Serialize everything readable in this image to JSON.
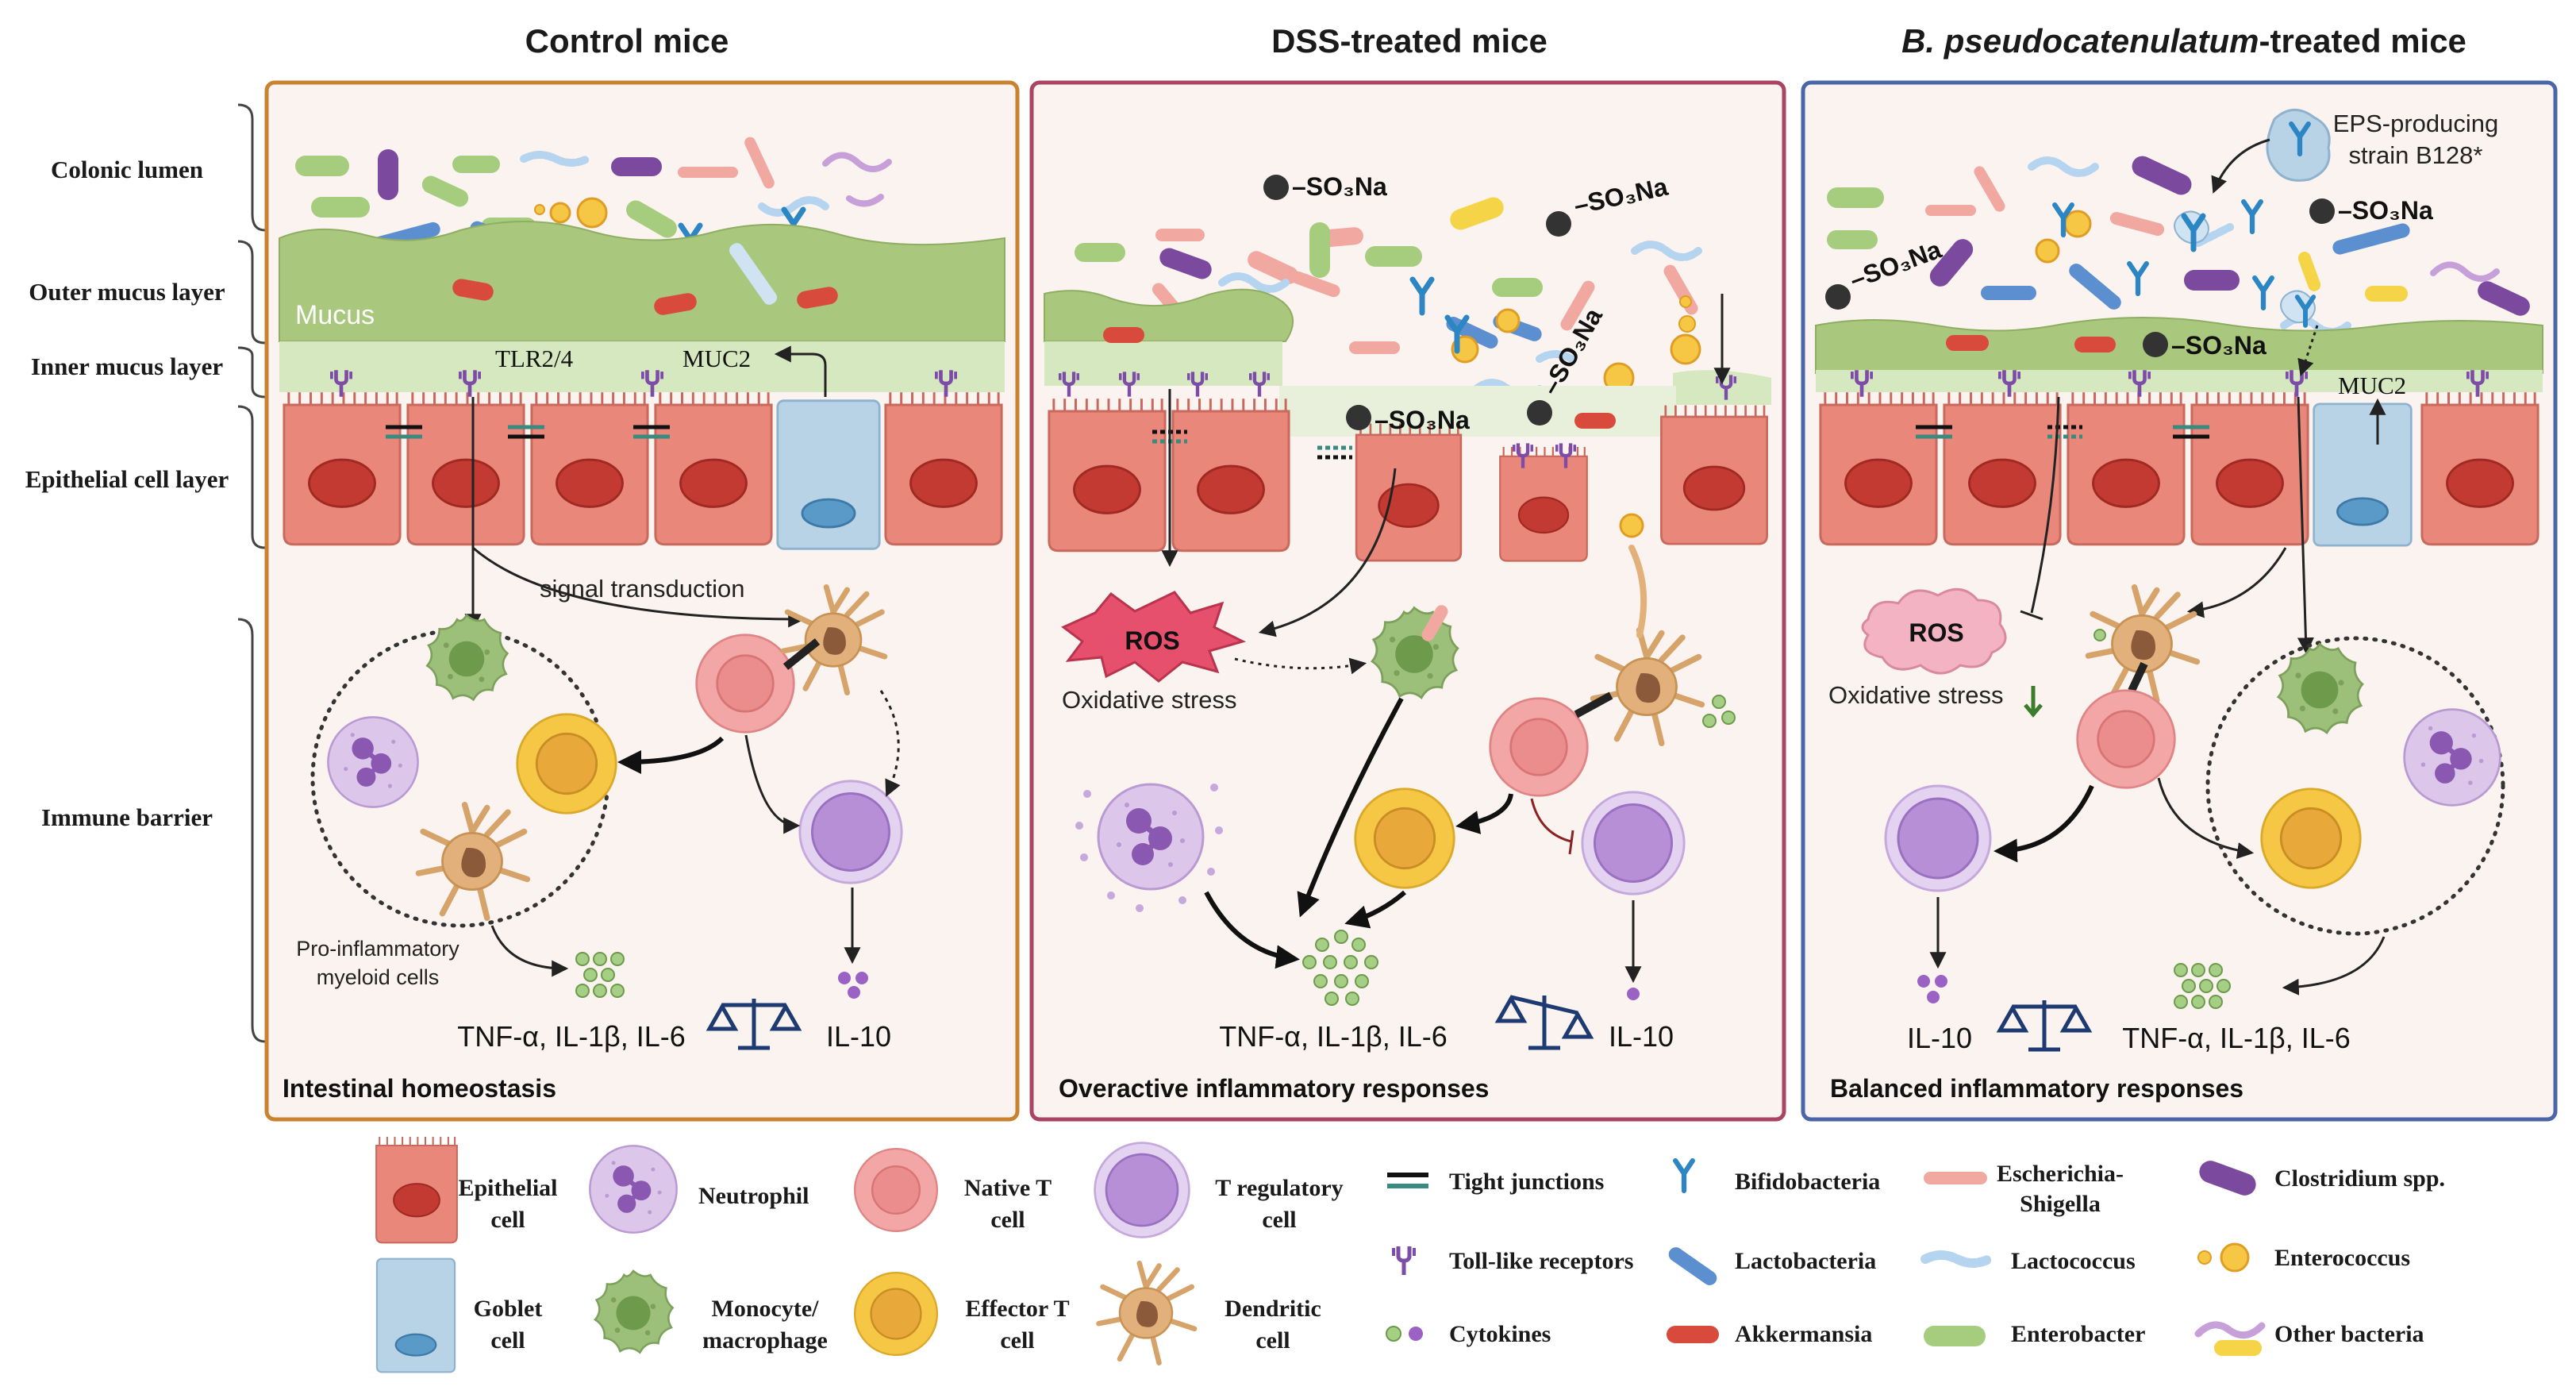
{
  "panels": [
    {
      "title": "Control mice",
      "footer": "Intestinal homeostasis",
      "border_color": "#c9822f"
    },
    {
      "title": "DSS-treated mice",
      "footer": "Overactive inflammatory responses",
      "border_color": "#a94462"
    },
    {
      "title_italic": "B. pseudocatenulatum",
      "title_rest": "-treated mice",
      "footer": "Balanced inflammatory responses",
      "border_color": "#4a65a8"
    }
  ],
  "row_labels": [
    "Colonic lumen",
    "Outer mucus layer",
    "Inner mucus layer",
    "Epithelial cell layer",
    "Immune barrier"
  ],
  "control": {
    "mucus": "Mucus",
    "tlr": "TLR2/4",
    "muc2": "MUC2",
    "signal": "signal transduction",
    "myeloid_1": "Pro-inflammatory",
    "myeloid_2": "myeloid cells",
    "cytokines_left": "TNF-α, IL-1β, IL-6",
    "cytokines_right": "IL-10"
  },
  "dss": {
    "so3na": "–SO₃Na",
    "ros": "ROS",
    "oxidative": "Oxidative stress",
    "cytokines_left": "TNF-α, IL-1β, IL-6",
    "cytokines_right": "IL-10"
  },
  "bpse": {
    "eps_1": "EPS-producing",
    "eps_2": "strain B128*",
    "so3na": "–SO₃Na",
    "ros": "ROS",
    "oxidative": "Oxidative stress",
    "muc2": "MUC2",
    "cytokines_left": "IL-10",
    "cytokines_right": "TNF-α, IL-1β, IL-6"
  },
  "legend": {
    "epithelial_1": "Epithelial",
    "epithelial_2": "cell",
    "goblet_1": "Goblet",
    "goblet_2": "cell",
    "neutrophil": "Neutrophil",
    "monocyte_1": "Monocyte/",
    "monocyte_2": "macrophage",
    "native_1": "Native T",
    "native_2": "cell",
    "effector_1": "Effector T",
    "effector_2": "cell",
    "treg_1": "T regulatory",
    "treg_2": "cell",
    "dendritic_1": "Dendritic",
    "dendritic_2": "cell",
    "tight": "Tight junctions",
    "tlr": "Toll-like receptors",
    "cytokines": "Cytokines",
    "bifido": "Bifidobacteria",
    "lactobacteria": "Lactobacteria",
    "akkermansia": "Akkermansia",
    "escherichia_1": "Escherichia-",
    "escherichia_2": "Shigella",
    "lactococcus": "Lactococcus",
    "enterobacter": "Enterobacter",
    "clostridium": "Clostridium spp.",
    "enterococcus": "Enterococcus",
    "other": "Other bacteria"
  },
  "colors": {
    "epithelial": "#e8877a",
    "goblet": "#b9d3e6",
    "mucus": "#a9c77d",
    "inner_mucus": "#d6e8bf",
    "native_t": "#f2a6a6",
    "effector_t": "#f5c744",
    "treg": "#b68fd6",
    "neutrophil": "#c9a7db",
    "macrophage": "#9cc07a",
    "dendritic": "#e2b07a",
    "bifido": "#3b8fc9",
    "akkermansia": "#d84a3c"
  }
}
